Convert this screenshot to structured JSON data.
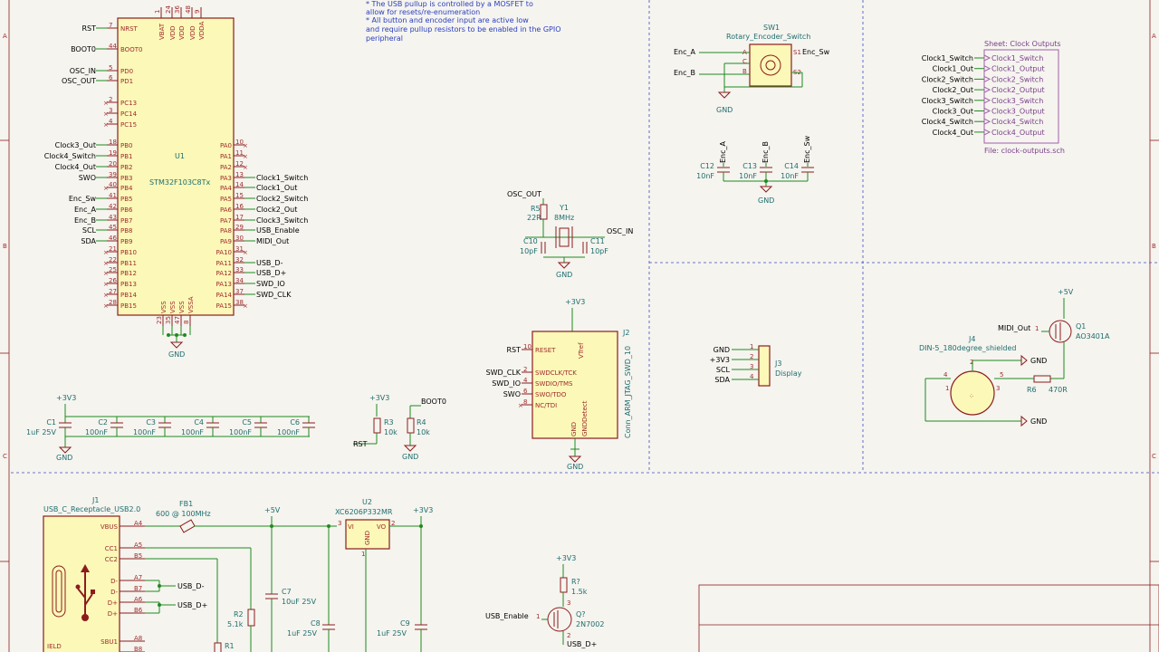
{
  "notes": [
    "* The USB pullup is controlled by a MOSFET to",
    "  allow for resets/re-enumeration",
    "* All button and encoder input are active low",
    "  and require pullup resistors to be enabled in the GPIO",
    "  peripheral"
  ],
  "frame": {
    "row_a": "A",
    "row_b": "B",
    "row_c": "C"
  },
  "mcu": {
    "ref": "U1",
    "value": "STM32F103C8Tx",
    "top_pins": [
      "VBAT",
      "VDD",
      "VDD",
      "VDD",
      "VDDA"
    ],
    "top_nums": [
      "1",
      "24",
      "36",
      "48",
      "9"
    ],
    "bottom_pins": [
      "VSS",
      "VSS",
      "VSS",
      "VSSA"
    ],
    "bottom_nums": [
      "23",
      "35",
      "47",
      "8"
    ],
    "left_pins": [
      {
        "num": "7",
        "name": "NRST",
        "net": "RST"
      },
      {
        "num": "44",
        "name": "BOOT0",
        "net": "BOOT0"
      },
      {
        "num": "5",
        "name": "PD0",
        "net": "OSC_IN"
      },
      {
        "num": "6",
        "name": "PD1",
        "net": "OSC_OUT"
      },
      {
        "num": "2",
        "name": "PC13",
        "net": ""
      },
      {
        "num": "3",
        "name": "PC14",
        "net": ""
      },
      {
        "num": "4",
        "name": "PC15",
        "net": ""
      },
      {
        "num": "18",
        "name": "PB0",
        "net": "Clock3_Out"
      },
      {
        "num": "19",
        "name": "PB1",
        "net": "Clock4_Switch"
      },
      {
        "num": "20",
        "name": "PB2",
        "net": "Clock4_Out"
      },
      {
        "num": "39",
        "name": "PB3",
        "net": "SWO"
      },
      {
        "num": "40",
        "name": "PB4",
        "net": ""
      },
      {
        "num": "41",
        "name": "PB5",
        "net": "Enc_Sw"
      },
      {
        "num": "42",
        "name": "PB6",
        "net": "Enc_A"
      },
      {
        "num": "43",
        "name": "PB7",
        "net": "Enc_B"
      },
      {
        "num": "45",
        "name": "PB8",
        "net": "SCL"
      },
      {
        "num": "46",
        "name": "PB9",
        "net": "SDA"
      },
      {
        "num": "21",
        "name": "PB10",
        "net": ""
      },
      {
        "num": "22",
        "name": "PB11",
        "net": ""
      },
      {
        "num": "25",
        "name": "PB12",
        "net": ""
      },
      {
        "num": "26",
        "name": "PB13",
        "net": ""
      },
      {
        "num": "27",
        "name": "PB14",
        "net": ""
      },
      {
        "num": "28",
        "name": "PB15",
        "net": ""
      }
    ],
    "right_pins": [
      {
        "num": "10",
        "name": "PA0",
        "net": ""
      },
      {
        "num": "11",
        "name": "PA1",
        "net": ""
      },
      {
        "num": "12",
        "name": "PA2",
        "net": ""
      },
      {
        "num": "13",
        "name": "PA3",
        "net": "Clock1_Switch"
      },
      {
        "num": "14",
        "name": "PA4",
        "net": "Clock1_Out"
      },
      {
        "num": "15",
        "name": "PA5",
        "net": "Clock2_Switch"
      },
      {
        "num": "16",
        "name": "PA6",
        "net": "Clock2_Out"
      },
      {
        "num": "17",
        "name": "PA7",
        "net": "Clock3_Switch"
      },
      {
        "num": "29",
        "name": "PA8",
        "net": "USB_Enable"
      },
      {
        "num": "30",
        "name": "PA9",
        "net": "MIDI_Out"
      },
      {
        "num": "31",
        "name": "PA10",
        "net": ""
      },
      {
        "num": "32",
        "name": "PA11",
        "net": "USB_D-"
      },
      {
        "num": "33",
        "name": "PA12",
        "net": "USB_D+"
      },
      {
        "num": "34",
        "name": "PA13",
        "net": "SWD_IO"
      },
      {
        "num": "37",
        "name": "PA14",
        "net": "SWD_CLK"
      },
      {
        "num": "38",
        "name": "PA15",
        "net": ""
      }
    ],
    "gnd": "GND"
  },
  "crystal": {
    "osc_out": "OSC_OUT",
    "osc_in": "OSC_IN",
    "r5_ref": "R5",
    "r5_val": "22R",
    "y1_ref": "Y1",
    "y1_val": "8MHz",
    "c10_ref": "C10",
    "c10_val": "10pF",
    "c11_ref": "C11",
    "c11_val": "10pF",
    "gnd": "GND"
  },
  "encoder": {
    "ref": "SW1",
    "value": "Rotary_Encoder_Switch",
    "enc_a": "Enc_A",
    "enc_b": "Enc_B",
    "enc_sw": "Enc_Sw",
    "pin_a": "A",
    "pin_c": "C",
    "pin_b": "B",
    "pin_s1": "S1",
    "pin_s2": "S2",
    "gnd": "GND"
  },
  "enc_caps": [
    {
      "ref": "C12",
      "val": "10nF",
      "net": "Enc_A"
    },
    {
      "ref": "C13",
      "val": "10nF",
      "net": "Enc_B"
    },
    {
      "ref": "C14",
      "val": "10nF",
      "net": "Enc_Sw"
    }
  ],
  "enc_caps_gnd": "GND",
  "sheet": {
    "title": "Sheet: Clock Outputs",
    "file": "File: clock-outputs.sch",
    "nets": [
      "Clock1_Switch",
      "Clock1_Out",
      "Clock2_Switch",
      "Clock2_Out",
      "Clock3_Switch",
      "Clock3_Out",
      "Clock4_Switch",
      "Clock4_Out"
    ],
    "pins": [
      "Clock1_Switch",
      "Clock1_Output",
      "Clock2_Switch",
      "Clock2_Output",
      "Clock3_Switch",
      "Clock3_Output",
      "Clock4_Switch",
      "Clock4_Output"
    ]
  },
  "jtag": {
    "ref": "J2",
    "value": "Conn_ARM_JTAG_SWD_10",
    "vcc": "+3V3",
    "vtref": "VTref",
    "pins": [
      {
        "num": "10",
        "name": "RESET",
        "net": "RST"
      },
      {
        "num": "2",
        "name": "SWDCLK/TCK",
        "net": "SWD_CLK"
      },
      {
        "num": "4",
        "name": "SWDIO/TMS",
        "net": "SWD_IO"
      },
      {
        "num": "6",
        "name": "SWO/TDO",
        "net": "SWO"
      },
      {
        "num": "8",
        "name": "NC/TDI",
        "net": ""
      }
    ],
    "gnd_pin": "GND",
    "gnddetect": "GNDDetect",
    "gnd": "GND"
  },
  "display": {
    "ref": "J3",
    "value": "Display",
    "nets": [
      "GND",
      "+3V3",
      "SCL",
      "SDA"
    ],
    "nums": [
      "1",
      "2",
      "3",
      "4"
    ]
  },
  "midi": {
    "vcc": "+5V",
    "net": "MIDI_Out",
    "q1_ref": "Q1",
    "q1_val": "AO3401A",
    "q1_pin": "1",
    "j4_ref": "J4",
    "j4_val": "DIN-5_180degree_shielded",
    "r6_ref": "R6",
    "r6_val": "470R",
    "gnd1": "GND",
    "gnd2": "GND",
    "din_pins": [
      "2",
      "4",
      "5",
      "1",
      "3"
    ]
  },
  "decoupling": {
    "vcc": "+3V3",
    "caps": [
      {
        "ref": "C1",
        "val": "1uF 25V"
      },
      {
        "ref": "C2",
        "val": "100nF"
      },
      {
        "ref": "C3",
        "val": "100nF"
      },
      {
        "ref": "C4",
        "val": "100nF"
      },
      {
        "ref": "C5",
        "val": "100nF"
      },
      {
        "ref": "C6",
        "val": "100nF"
      }
    ],
    "gnd": "GND"
  },
  "pullups": {
    "vcc": "+3V3",
    "boot0": "BOOT0",
    "rst": "RST",
    "r3_ref": "R3",
    "r3_val": "10k",
    "r4_ref": "R4",
    "r4_val": "10k",
    "gnd": "GND"
  },
  "usb": {
    "ref": "J1",
    "value": "USB_C_Receptacle_USB2.0",
    "pins": [
      {
        "name": "VBUS",
        "num": "A4"
      },
      {
        "name": "CC1",
        "num": "A5"
      },
      {
        "name": "CC2",
        "num": "B5"
      },
      {
        "name": "D-",
        "num": "A7"
      },
      {
        "name": "D-",
        "num": "B7"
      },
      {
        "name": "D+",
        "num": "A6"
      },
      {
        "name": "D+",
        "num": "B6"
      },
      {
        "name": "SBU1",
        "num": "A8"
      },
      {
        "name": "",
        "num": "B8"
      }
    ],
    "shield": "IELD",
    "usb_dm": "USB_D-",
    "usb_dp": "USB_D+",
    "fb1_ref": "FB1",
    "fb1_val": "600 @ 100MHz",
    "v5": "+5V",
    "v33": "+3V3",
    "u2_ref": "U2",
    "u2_val": "XC6206P332MR",
    "u2_vi": "VI",
    "u2_vo": "VO",
    "u2_gnd": "GND",
    "u2_pin_in": "3",
    "u2_pin_out": "2",
    "u2_pin_gnd": "1",
    "c7_ref": "C7",
    "c7_val": "10uF 25V",
    "c8_ref": "C8",
    "c8_val": "1uF 25V",
    "c9_ref": "C9",
    "c9_val": "1uF 25V",
    "r1_ref": "R1",
    "r2_ref": "R2",
    "r2_val": "5.1k"
  },
  "usb_pullup": {
    "vcc": "+3V3",
    "r_ref": "R?",
    "r_val": "1.5k",
    "q_ref": "Q?",
    "q_val": "2N7002",
    "enable": "USB_Enable",
    "dp": "USB_D+",
    "pins": [
      "1",
      "2",
      "3"
    ]
  }
}
